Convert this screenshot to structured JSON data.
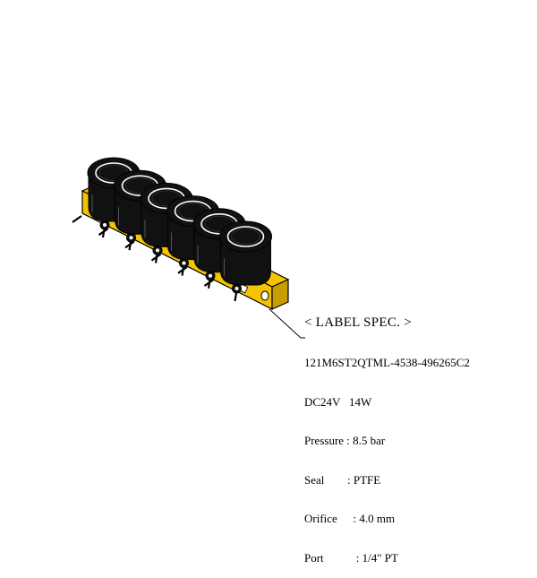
{
  "label_spec": {
    "title": "< LABEL SPEC. >",
    "model": "121M6ST2QTML-4538-496265C2",
    "power": "DC24V   14W",
    "pressure": {
      "key": "Pressure",
      "value": ": 8.5 bar"
    },
    "seal": {
      "key": "Seal",
      "value": ": PTFE"
    },
    "orifice": {
      "key": "Orifice",
      "value": "  : 4.0 mm"
    },
    "port": {
      "key": "Port",
      "value": "   : 1/4\" PT"
    }
  },
  "colors": {
    "manifold": "#f5c400",
    "manifold_shade": "#c99d00",
    "coil": "#111111",
    "outline": "#000000"
  },
  "valve_count": 6
}
